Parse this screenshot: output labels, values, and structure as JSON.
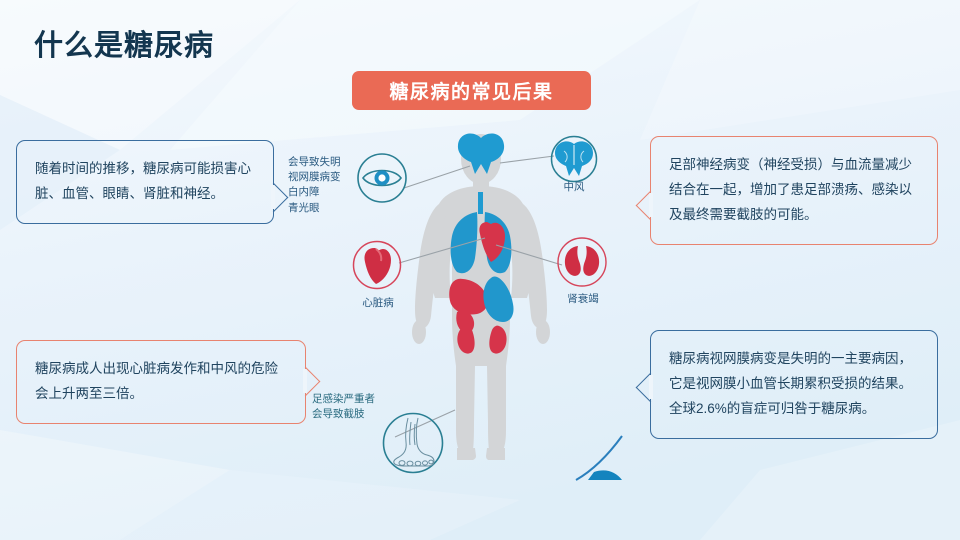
{
  "page": {
    "title": "什么是糖尿病",
    "banner": "糖尿病的常见后果",
    "colors": {
      "title": "#13364f",
      "banner_bg": "#ea6a55",
      "blue_border": "#3a6d9e",
      "red_border": "#e8836f",
      "background": "#eef5fb",
      "organ_blue": "#1f9bd1",
      "organ_red": "#d6344a",
      "body_gray": "#d2d4d6"
    }
  },
  "callouts": {
    "top_left": {
      "text": "随着时间的推移，糖尿病可能损害心脏、血管、眼睛、肾脏和神经。",
      "border": "blue",
      "tail": "right"
    },
    "bottom_left": {
      "text": "糖尿病成人出现心脏病发作和中风的危险会上升两至三倍。",
      "border": "red",
      "tail": "right"
    },
    "top_right": {
      "text": "足部神经病变（神经受损）与血流量减少结合在一起，增加了患足部溃疡、感染以及最终需要截肢的可能。",
      "border": "red",
      "tail": "left"
    },
    "bottom_right": {
      "text": "糖尿病视网膜病变是失明的一主要病因，它是视网膜小血管长期累积受损的结果。全球2.6%的盲症可归咎于糖尿病。",
      "border": "blue",
      "tail": "left"
    }
  },
  "organs": {
    "eye": {
      "icon": "eye-icon",
      "label_lines": [
        "会导致失明",
        "视网膜病变",
        "白内障",
        "青光眼"
      ],
      "label": "会导致失明\n视网膜病变\n白内障\n青光眼"
    },
    "brain": {
      "icon": "brain-icon",
      "label": "中风"
    },
    "heart": {
      "icon": "heart-icon",
      "label": "心脏病"
    },
    "kidney": {
      "icon": "kidney-icon",
      "label": "肾衰竭"
    },
    "foot": {
      "icon": "foot-icon",
      "label_lines": [
        "足感染严重者",
        "会导致截肢"
      ],
      "label": "足感染严重者\n会导致截肢"
    }
  }
}
